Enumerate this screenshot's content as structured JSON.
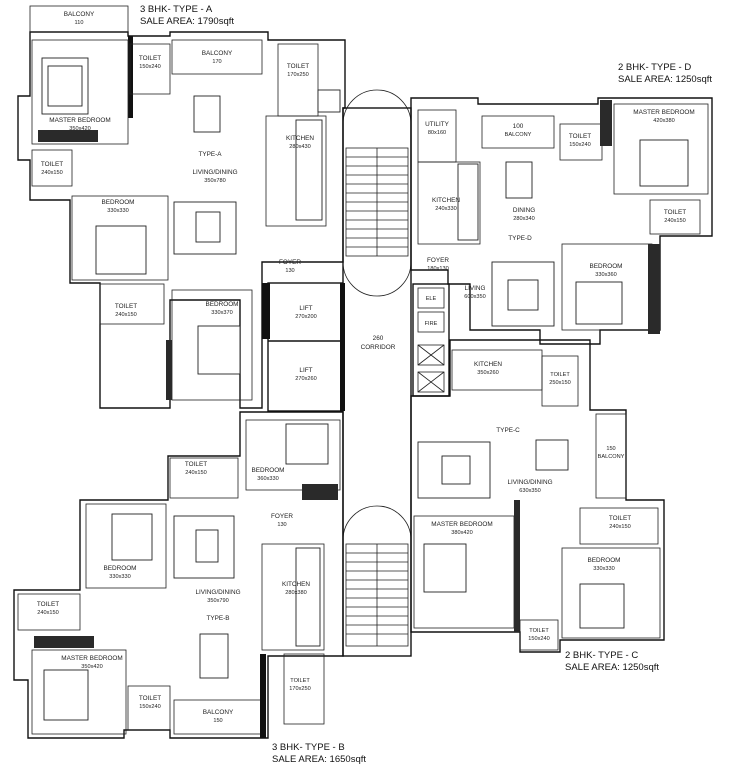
{
  "units": {
    "type_a": {
      "title": "3 BHK- TYPE - A",
      "area": "SALE AREA: 1790sqft",
      "tag": "TYPE-A",
      "rooms": {
        "balcony_top": "BALCONY",
        "balcony_top_size": "110 ",
        "balcony": "BALCONY",
        "balcony_size": "170 ",
        "toilet_1": "TOILET",
        "toilet_1_size": "150x240",
        "toilet_2": "TOILET",
        "toilet_2_size": "170x250",
        "master_bedroom": "MASTER BEDROOM",
        "master_bedroom_size": "350x420",
        "toilet_3": "TOILET",
        "toilet_3_size": "240x150",
        "kitchen": "KITCHEN",
        "kitchen_size": "280x430",
        "living": "LIVING/DINING",
        "living_size": "350x780",
        "bedroom_1": "BEDROOM",
        "bedroom_1_size": "330x330",
        "foyer": "FOYER",
        "foyer_size": "130 ",
        "toilet_4": "TOILET",
        "toilet_4_size": "240x150",
        "bedroom_2": "BEDROOM",
        "bedroom_2_size": "330x370"
      }
    },
    "type_b": {
      "title": "3 BHK- TYPE - B",
      "area": "SALE AREA: 1650sqft",
      "tag": "TYPE-B",
      "rooms": {
        "toilet_1": "TOILET",
        "toilet_1_size": "240x150",
        "bedroom_1": "BEDROOM",
        "bedroom_1_size": "360x330",
        "foyer": "FOYER",
        "foyer_size": "130 ",
        "bedroom_2": "BEDROOM",
        "bedroom_2_size": "330x330",
        "kitchen": "KITCHEN",
        "kitchen_size": "280x380",
        "living": "LIVING/DINING",
        "living_size": "350x790",
        "toilet_2": "TOILET",
        "toilet_2_size": "240x150",
        "master_bedroom": "MASTER BEDROOM",
        "master_bedroom_size": "350x420",
        "toilet_3": "TOILET",
        "toilet_3_size": "150x240",
        "toilet_4": "TOILET",
        "toilet_4_size": "170x250",
        "balcony": "BALCONY",
        "balcony_size": "150 "
      }
    },
    "type_c": {
      "title": "2 BHK- TYPE - C",
      "area": "SALE AREA: 1250sqft",
      "tag": "TYPE-C",
      "rooms": {
        "kitchen": "KITCHEN",
        "kitchen_size": "350x260",
        "toilet_1": "TOILET",
        "toilet_1_size": "250x150",
        "living": "LIVING/DINING",
        "living_size": "630x350",
        "balcony": "BALCONY",
        "balcony_size": "150 ",
        "master_bedroom": "MASTER BEDROOM",
        "master_bedroom_size": "380x420",
        "toilet_2": "TOILET",
        "toilet_2_size": "240x150",
        "bedroom": "BEDROOM",
        "bedroom_size": "330x330",
        "toilet_3": "TOILET",
        "toilet_3_size": "150x240"
      }
    },
    "type_d": {
      "title": "2 BHK- TYPE - D",
      "area": "SALE AREA: 1250sqft",
      "tag": "TYPE-D",
      "rooms": {
        "utility": "UTILITY",
        "utility_size": "80x160",
        "balcony": "BALCONY",
        "balcony_size": "100 ",
        "toilet_1": "TOILET",
        "toilet_1_size": "150x240",
        "master_bedroom": "MASTER BEDROOM",
        "master_bedroom_size": "420x380",
        "kitchen": "KITCHEN",
        "kitchen_size": "240x330",
        "dining": "DINING",
        "dining_size": "280x340",
        "toilet_2": "TOILET",
        "toilet_2_size": "240x150",
        "foyer": "FOYER",
        "foyer_size": "180x130",
        "living": "LIVING",
        "living_size": "600x350",
        "bedroom": "BEDROOM",
        "bedroom_size": "330x360"
      }
    }
  },
  "core": {
    "lift_1": "LIFT",
    "lift_1_size": "270x200",
    "lift_2": "LIFT",
    "lift_2_size": "270x260",
    "corridor": "CORRIDOR",
    "corridor_size": "260 ",
    "ele": "ELE",
    "fire": "FIRE"
  }
}
